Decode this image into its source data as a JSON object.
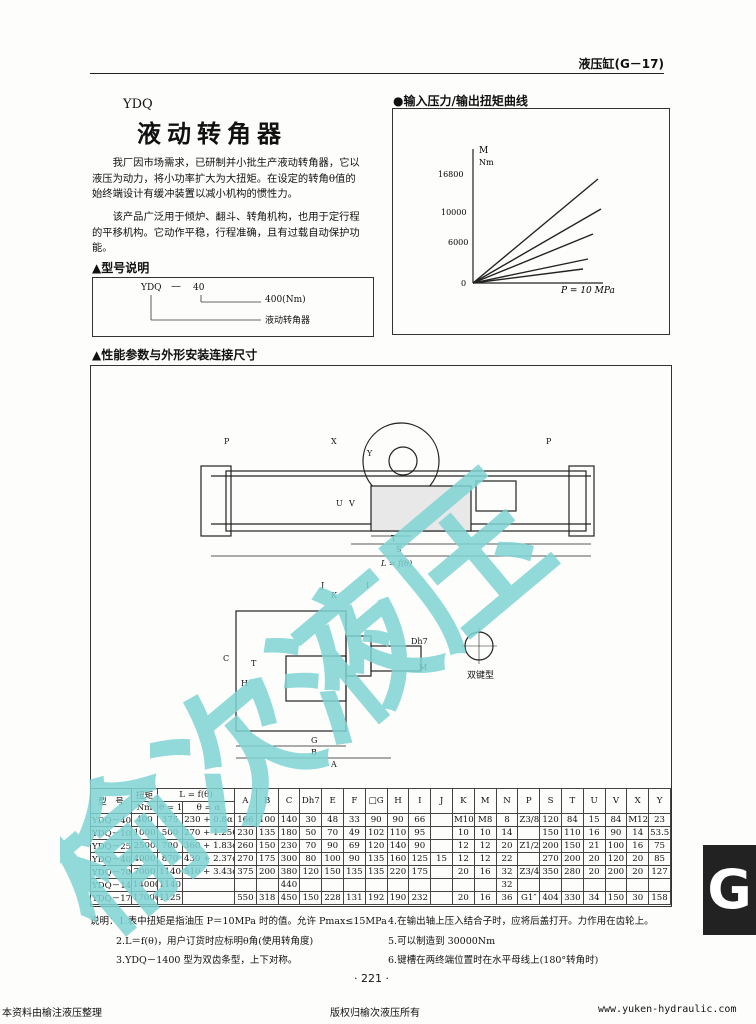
{
  "header": {
    "section": "液压缸(G－17)"
  },
  "product": {
    "code": "YDQ",
    "title": "液动转角器"
  },
  "intro": {
    "p1": "我厂因市场需求，已研制并小批生产液动转角器，它以液压为动力，将小功率扩大为大扭矩。在设定的转角θ值的始终端设计有缓冲装置以减小机构的惯性力。",
    "p2": "该产品广泛用于倾炉、翻斗、转角机构，也用于定行程的平移机构。它动作平稳，行程准确，且有过载自动保护功能。"
  },
  "curve": {
    "heading": "●输入压力/输出扭矩曲线",
    "y_axis_label": "M",
    "y_unit": "Nm",
    "y_ticks": [
      "16800",
      "10000",
      "6000",
      "0"
    ],
    "x_label": "P = 10 MPa"
  },
  "model": {
    "heading": "▲型号说明",
    "code": "YDQ",
    "dash": "—",
    "number": "40",
    "desc1": "400(Nm)",
    "desc2": "液动转角器"
  },
  "perf": {
    "heading": "▲性能参数与外形安装连接尺寸"
  },
  "drawing": {
    "labels": [
      "P",
      "P",
      "X",
      "Y",
      "U",
      "V",
      "T",
      "S",
      "L = f(θ)",
      "J",
      "K",
      "I",
      "C",
      "T",
      "H",
      "Dh7",
      "M",
      "G",
      "B",
      "A",
      "双键型"
    ]
  },
  "table": {
    "h_model": "型　号",
    "h_torque": "扭矩",
    "h_torque_unit": "Nm",
    "h_L": "L = f(θ)",
    "h_theta180": "θ = 180°",
    "h_theta_a": "θ = α",
    "cols": [
      "A",
      "B",
      "C",
      "Dh7",
      "E",
      "F",
      "□G",
      "H",
      "I",
      "J",
      "K",
      "M",
      "N",
      "P",
      "S",
      "T",
      "U",
      "V",
      "X",
      "Y"
    ],
    "rows": [
      [
        "YDQ－40",
        "400",
        "375",
        "230 + 0.8α",
        "166",
        "100",
        "140",
        "30",
        "48",
        "33",
        "90",
        "90",
        "66",
        "",
        "M10",
        "M8",
        "8",
        "Z3/8″",
        "120",
        "84",
        "15",
        "84",
        "M12",
        "23"
      ],
      [
        "YDQ－100",
        "1000",
        "500",
        "270 + 1.256α",
        "230",
        "135",
        "180",
        "50",
        "70",
        "49",
        "102",
        "110",
        "95",
        "",
        "10",
        "10",
        "14",
        "",
        "150",
        "110",
        "16",
        "90",
        "14",
        "53.5"
      ],
      [
        "YDQ－250",
        "2500",
        "700",
        "360 + 1.83α",
        "260",
        "150",
        "230",
        "70",
        "90",
        "69",
        "120",
        "140",
        "90",
        "",
        "12",
        "12",
        "20",
        "Z1/2″",
        "200",
        "150",
        "21",
        "100",
        "16",
        "75"
      ],
      [
        "YDQ－400",
        "4000",
        "870",
        "430 + 2.37α",
        "270",
        "175",
        "300",
        "80",
        "100",
        "90",
        "135",
        "160",
        "125",
        "15",
        "12",
        "12",
        "22",
        "",
        "270",
        "200",
        "20",
        "120",
        "20",
        "85"
      ],
      [
        "YDQ－700",
        "7000",
        "1140",
        "510 + 3.43α",
        "375",
        "200",
        "380",
        "120",
        "150",
        "135",
        "135",
        "220",
        "175",
        "",
        "20",
        "16",
        "32",
        "Z3/4″",
        "350",
        "280",
        "20",
        "200",
        "20",
        "127"
      ],
      [
        "YDQ－1400",
        "14000",
        "1140",
        "",
        "",
        "",
        "440",
        "",
        "",
        "",
        "",
        "",
        "",
        "",
        "",
        "",
        "32",
        "",
        "",
        "",
        "",
        "",
        "",
        ""
      ],
      [
        "YDQ－1700",
        "17000",
        "1125",
        "",
        "550",
        "318",
        "450",
        "150",
        "228",
        "131",
        "192",
        "190",
        "232",
        "",
        "20",
        "16",
        "36",
        "G1″",
        "404",
        "330",
        "34",
        "150",
        "30",
        "158"
      ]
    ]
  },
  "notes": {
    "n1": "说明：1.表中扭矩是指油压 P＝10MPa 时的值。允许 Pmax≤15MPa",
    "n2": "2.L＝f(θ)，用户订货时应标明θ角(使用转角度)",
    "n3": "3.YDQ－1400 型为双齿条型，上下对称。",
    "n4": "4.在输出轴上压入结合子时，应将后盖打开。力作用在齿轮上。",
    "n5": "5.可以制造到 30000Nm",
    "n6": "6.键槽在两终端位置时在水平母线上(180°转角时)"
  },
  "page_number": "· 221 ·",
  "side_tab": "G",
  "watermark": "榆次液压",
  "footer": {
    "left": "本资料由榆注液压整理",
    "center": "版权归榆次液压所有",
    "right": "www.yuken-hydraulic.com"
  },
  "colors": {
    "watermark": "#7fd3d3",
    "ink": "#111111",
    "tab": "#222222"
  }
}
